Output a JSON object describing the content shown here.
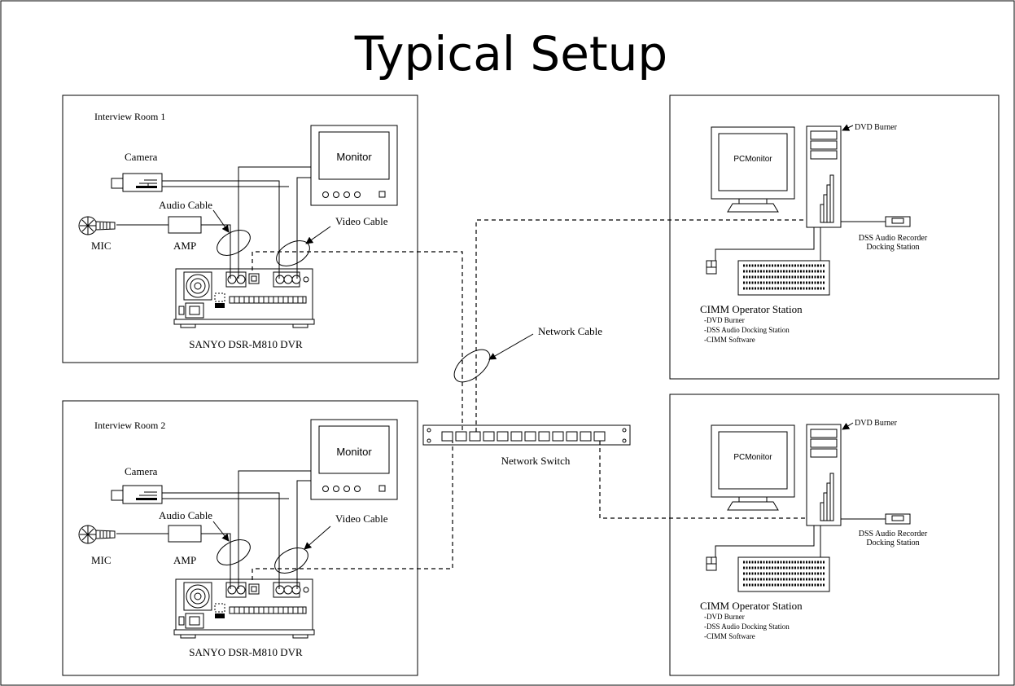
{
  "title": "Typical Setup",
  "rooms": [
    {
      "label": "Interview Room 1",
      "camera": "Camera",
      "audio_cable": "Audio Cable",
      "video_cable": "Video Cable",
      "mic": "MIC",
      "amp": "AMP",
      "monitor": "Monitor",
      "dvr": "SANYO DSR-M810 DVR"
    },
    {
      "label": "Interview Room 2",
      "camera": "Camera",
      "audio_cable": "Audio Cable",
      "video_cable": "Video Cable",
      "mic": "MIC",
      "amp": "AMP",
      "monitor": "Monitor",
      "dvr": "SANYO DSR-M810 DVR"
    }
  ],
  "network": {
    "cable": "Network Cable",
    "switch": "Network Switch"
  },
  "stations": [
    {
      "pc_monitor": "PCMonitor",
      "dvd_burner": "DVD Burner",
      "dss_line1": "DSS Audio Recorder",
      "dss_line2": "Docking Station",
      "name": "CIMM Operator Station",
      "features": [
        "-DVD Burner",
        "-DSS Audio Docking Station",
        "-CIMM Software"
      ]
    },
    {
      "pc_monitor": "PCMonitor",
      "dvd_burner": "DVD Burner",
      "dss_line1": "DSS Audio Recorder",
      "dss_line2": "Docking Station",
      "name": "CIMM Operator Station",
      "features": [
        "-DVD Burner",
        "-DSS Audio Docking Station",
        "-CIMM Software"
      ]
    }
  ]
}
